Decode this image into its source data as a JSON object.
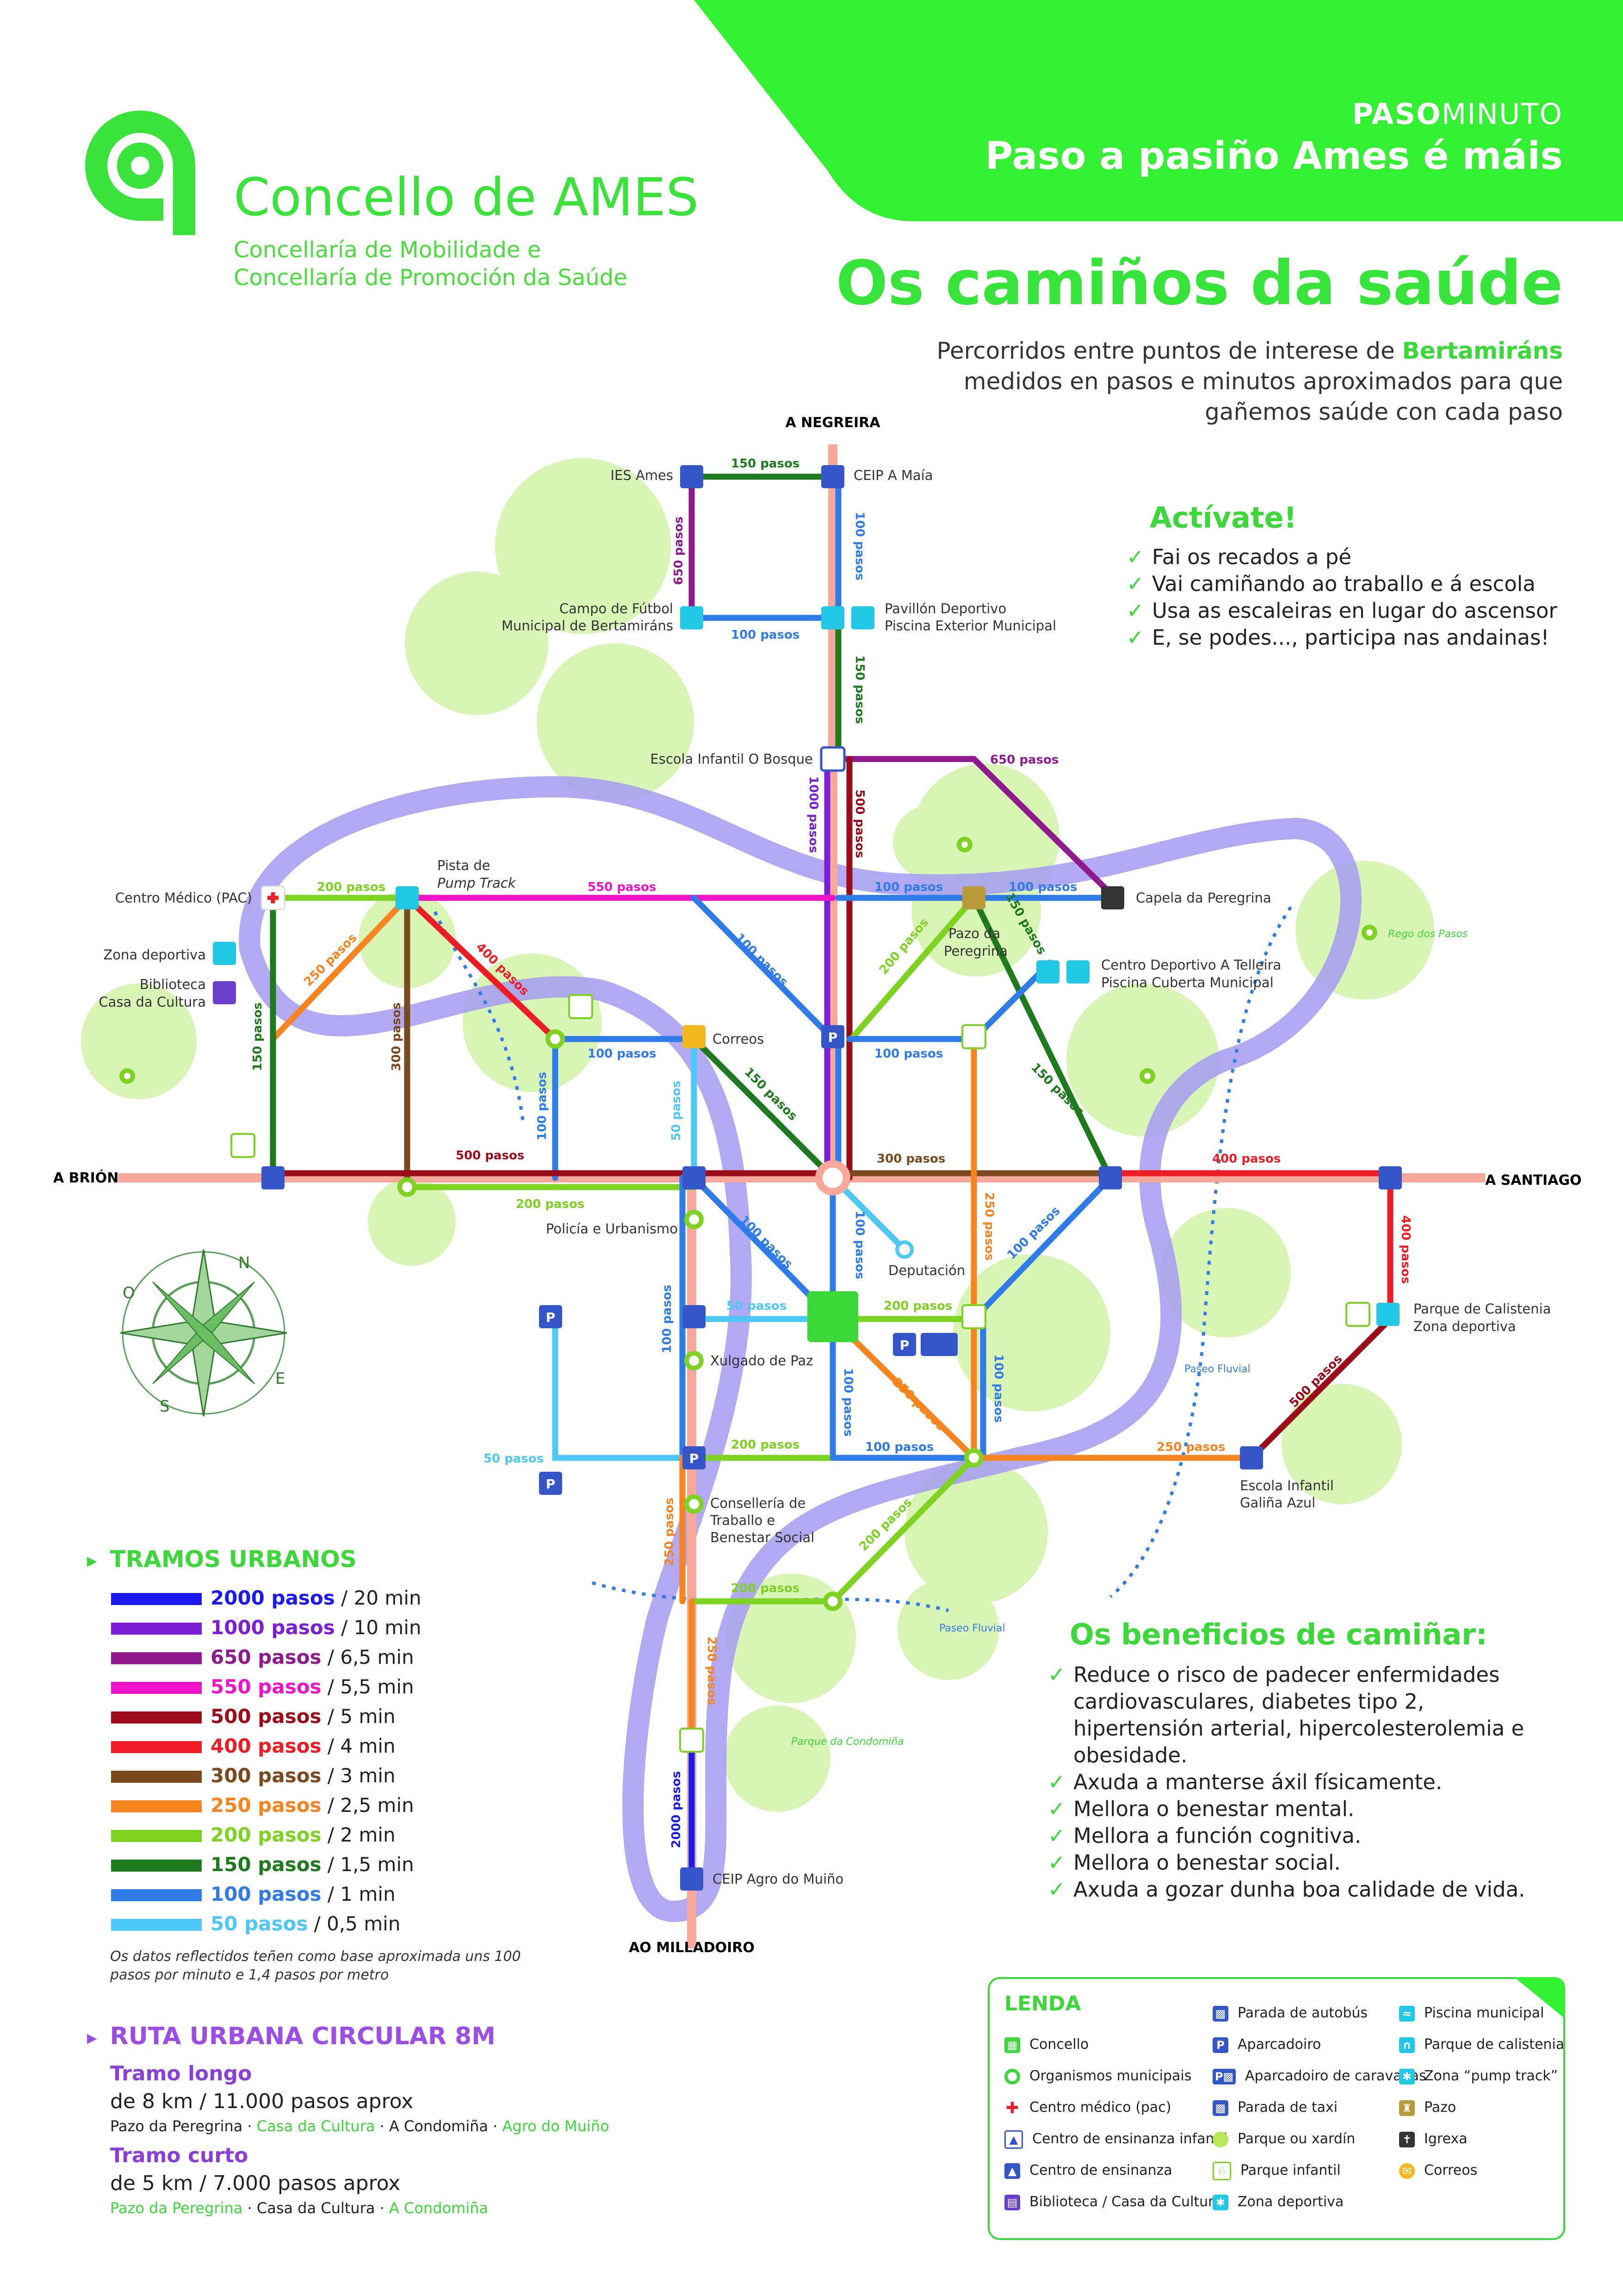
{
  "header": {
    "tag_bold": "PASO",
    "tag_light": "MINUTO",
    "title": "Paso a pasiño Ames é máis",
    "color": "#33f033"
  },
  "org": {
    "name": "Concello de AMES",
    "sub1": "Concellaría de Mobilidade e",
    "sub2": "Concellaría de Promoción da Saúde"
  },
  "main_title": "Os camiños da saúde",
  "subtitle": {
    "pre": "Percorridos entre puntos de interese de ",
    "highlight": "Bertamiráns",
    "post": " medidos en pasos e minutos aproximados para que gañemos saúde con cada paso"
  },
  "activate": {
    "title": "Actívate!",
    "items": [
      "Fai os recados a pé",
      "Vai camiñando ao traballo e á escola",
      "Usa as escaleiras en lugar do ascensor",
      "E, se podes..., participa nas andainas!"
    ]
  },
  "benefits": {
    "title": "Os beneficios de camiñar:",
    "items": [
      "Reduce o risco de padecer enfermidades cardiovasculares, diabetes tipo 2, hipertensión arterial, hipercolesterolemia e obesidade.",
      "Axuda a manterse áxil físicamente.",
      "Mellora o benestar mental.",
      "Mellora a función cognitiva.",
      "Mellora o benestar social.",
      "Axuda a gozar dunha boa calidade de vida."
    ]
  },
  "tramos": {
    "title": "TRAMOS URBANOS",
    "rows": [
      {
        "pasos": "2000 pasos",
        "min": " / 20 min",
        "color": "#1a1aee"
      },
      {
        "pasos": "1000 pasos",
        "min": " / 10 min",
        "color": "#7a1fd6"
      },
      {
        "pasos": "650 pasos",
        "min": " / 6,5 min",
        "color": "#8e1a8e"
      },
      {
        "pasos": "550 pasos",
        "min": " / 5,5 min",
        "color": "#f012c8"
      },
      {
        "pasos": "500 pasos",
        "min": " / 5 min",
        "color": "#9b0b1a"
      },
      {
        "pasos": "400 pasos",
        "min": " / 4 min",
        "color": "#ee1c25"
      },
      {
        "pasos": "300 pasos",
        "min": " / 3 min",
        "color": "#7a4a1e"
      },
      {
        "pasos": "250 pasos",
        "min": " / 2,5 min",
        "color": "#f7851f"
      },
      {
        "pasos": "200 pasos",
        "min": " / 2 min",
        "color": "#7ed321"
      },
      {
        "pasos": "150 pasos",
        "min": " / 1,5 min",
        "color": "#1d7a1d"
      },
      {
        "pasos": "100 pasos",
        "min": " / 1 min",
        "color": "#2f7ce8"
      },
      {
        "pasos": "50 pasos",
        "min": " / 0,5 min",
        "color": "#4ec9f5"
      }
    ],
    "note": "Os datos reflectidos teñen como base aproximada uns 100 pasos por minuto e 1,4 pasos por metro"
  },
  "circular": {
    "title": "RUTA URBANA CIRCULAR 8M",
    "long_h": "Tramo longo",
    "long_v": "de 8 km / 11.000 pasos aprox",
    "long_p1": "Pazo da Peregrina · ",
    "long_p2": "Casa da Cultura",
    "long_p3": " · A Condomiña · ",
    "long_p4": "Agro do Muiño",
    "short_h": "Tramo curto",
    "short_v": "de 5 km / 7.000 pasos aprox",
    "short_p1": "Pazo da Peregrina",
    "short_p2": " · Casa da Cultura · ",
    "short_p3": "A Condomiña"
  },
  "lenda": {
    "title": "LENDA",
    "items": [
      {
        "label": "Concello",
        "icon": "town-hall-icon",
        "color": "#3cd83a"
      },
      {
        "label": "Organismos municipais",
        "icon": "municipal-ring-icon",
        "color": "#3cd83a"
      },
      {
        "label": "Centro médico (pac)",
        "icon": "medical-cross-icon",
        "color": "#e8202a"
      },
      {
        "label": "Centro de ensinanza infantil",
        "icon": "infant-school-icon",
        "color": "#3556c9"
      },
      {
        "label": "Centro de ensinanza",
        "icon": "school-icon",
        "color": "#3556c9"
      },
      {
        "label": "Biblioteca / Casa da Cultura",
        "icon": "library-icon",
        "color": "#6a3fc9"
      },
      {
        "label": "Parada de autobús",
        "icon": "bus-icon",
        "color": "#3556c9"
      },
      {
        "label": "Aparcadoiro",
        "icon": "parking-icon",
        "color": "#3556c9"
      },
      {
        "label": "Aparcadoiro de caravanas",
        "icon": "caravan-parking-icon",
        "color": "#3556c9"
      },
      {
        "label": "Parada de taxi",
        "icon": "taxi-icon",
        "color": "#3556c9"
      },
      {
        "label": "Parque ou xardín",
        "icon": "park-icon",
        "color": "#b7e85a"
      },
      {
        "label": "Parque infantil",
        "icon": "playground-icon",
        "color": "#7ed321"
      },
      {
        "label": "Zona deportiva",
        "icon": "sport-zone-icon",
        "color": "#20c8e6"
      },
      {
        "label": "Piscina municipal",
        "icon": "pool-icon",
        "color": "#20c8e6"
      },
      {
        "label": "Parque de calistenia",
        "icon": "calisthenics-icon",
        "color": "#20c8e6"
      },
      {
        "label": "Zona “pump track”",
        "icon": "pump-track-icon",
        "color": "#20c8e6"
      },
      {
        "label": "Pazo",
        "icon": "manor-icon",
        "color": "#b89a3a"
      },
      {
        "label": "Igrexa",
        "icon": "church-icon",
        "color": "#333333"
      },
      {
        "label": "Correos",
        "icon": "post-office-icon",
        "color": "#f2b81d"
      }
    ]
  },
  "map": {
    "directions": {
      "north": "A NEGREIRA",
      "west": "A BRIÓN",
      "east": "A SANTIAGO",
      "south": "AO MILLADOIRO"
    },
    "compass": [
      "N",
      "S",
      "E",
      "O"
    ],
    "places": {
      "ies": "IES Ames",
      "ceip_maia": "CEIP A Maía",
      "campo1": "Campo de Fútbol",
      "campo2": "Municipal de Bertamiráns",
      "pav1": "Pavillón Deportivo",
      "pav2": "Piscina Exterior Municipal",
      "escola_bosque": "Escola Infantil O Bosque",
      "capela": "Capela da Peregrina",
      "pac": "Centro Médico (PAC)",
      "pista1": "Pista de",
      "pista2": "Pump Track",
      "zona_dep": "Zona deportiva",
      "bib1": "Biblioteca",
      "bib2": "Casa da Cultura",
      "pazo1": "Pazo da",
      "pazo2": "Peregrina",
      "telleira1": "Centro Deportivo A Telleira",
      "telleira2": "Piscina Cuberta Municipal",
      "correos": "Correos",
      "policia": "Policía e Urbanismo",
      "deputacion": "Deputación",
      "xulgado": "Xulgado de Paz",
      "consel1": "Consellería de",
      "consel2": "Traballo e",
      "consel3": "Benestar Social",
      "calist1": "Parque de Calistenia",
      "calist2": "Zona deportiva",
      "galina1": "Escola Infantil",
      "galina2": "Galiña Azul",
      "agro": "CEIP Agro do Muiño",
      "rego": "Rego dos Pasos",
      "condomina": "Parque da Condomiña",
      "fluvial1": "Paseo Fluvial",
      "fluvial2": "Paseo Fluvial"
    },
    "segments": [
      {
        "t": "150 pasos"
      },
      {
        "t": "650 pasos"
      },
      {
        "t": "100 pasos"
      },
      {
        "t": "100 pasos"
      },
      {
        "t": "150 pasos"
      },
      {
        "t": "650 pasos"
      },
      {
        "t": "1000 pasos"
      },
      {
        "t": "500 pasos"
      },
      {
        "t": "200 pasos"
      },
      {
        "t": "550 pasos"
      },
      {
        "t": "100 pasos"
      },
      {
        "t": "100 pasos"
      },
      {
        "t": "250 pasos"
      },
      {
        "t": "400 pasos"
      },
      {
        "t": "150 pasos"
      },
      {
        "t": "300 pasos"
      },
      {
        "t": "100 pasos"
      },
      {
        "t": "100 pasos"
      },
      {
        "t": "150 pasos"
      },
      {
        "t": "200 pasos"
      },
      {
        "t": "150 pasos"
      },
      {
        "t": "100 pasos"
      },
      {
        "t": "100 pasos"
      },
      {
        "t": "150 pasos"
      },
      {
        "t": "500 pasos"
      },
      {
        "t": "300 pasos"
      },
      {
        "t": "400 pasos"
      },
      {
        "t": "200 pasos"
      },
      {
        "t": "50 pasos"
      },
      {
        "t": "100 pasos"
      },
      {
        "t": "100 pasos"
      },
      {
        "t": "250 pasos"
      },
      {
        "t": "100 pasos"
      },
      {
        "t": "400 pasos"
      },
      {
        "t": "100 pasos"
      },
      {
        "t": "50 pasos"
      },
      {
        "t": "200 pasos"
      },
      {
        "t": "100 pasos"
      },
      {
        "t": "250 pasos"
      },
      {
        "t": "100 pasos"
      },
      {
        "t": "50 pasos"
      },
      {
        "t": "200 pasos"
      },
      {
        "t": "100 pasos"
      },
      {
        "t": "250 pasos"
      },
      {
        "t": "500 pasos"
      },
      {
        "t": "250 pasos"
      },
      {
        "t": "200 pasos"
      },
      {
        "t": "200 pasos"
      },
      {
        "t": "250 pasos"
      },
      {
        "t": "2000 pasos"
      }
    ]
  }
}
